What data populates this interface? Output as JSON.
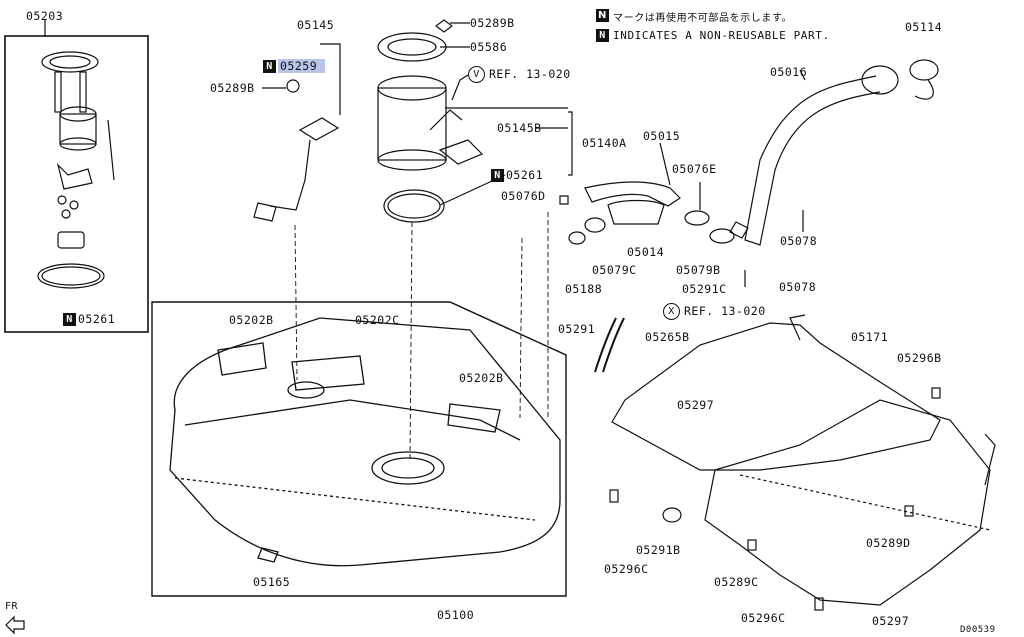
{
  "notes": {
    "jp": "マークは再使用不可部品を示します。",
    "en": "INDICATES A NON-REUSABLE PART.",
    "nonreusable_symbol": "N"
  },
  "refs": {
    "v_letter": "V",
    "v_text": "REF. 13-020",
    "x_letter": "X",
    "x_text": "REF. 13-020"
  },
  "labels": {
    "p05203": "05203",
    "p05145": "05145",
    "p05259": "05259",
    "p05289B_left": "05289B",
    "p05289B_top": "05289B",
    "p05586": "05586",
    "p05114": "05114",
    "p05016": "05016",
    "p05145B": "05145B",
    "p05140A": "05140A",
    "p05015": "05015",
    "p05076E": "05076E",
    "p05261_mid": "05261",
    "p05076D": "05076D",
    "p05078_a": "05078",
    "p05014": "05014",
    "p05079C": "05079C",
    "p05079B": "05079B",
    "p05188": "05188",
    "p05291C": "05291C",
    "p05078_b": "05078",
    "p05261_left": "05261",
    "p05202B_a": "05202B",
    "p05202C": "05202C",
    "p05291": "05291",
    "p05265B": "05265B",
    "p05171": "05171",
    "p05296B": "05296B",
    "p05202B_b": "05202B",
    "p05297_a": "05297",
    "p05291B": "05291B",
    "p05289D": "05289D",
    "p05296C_a": "05296C",
    "p05289C": "05289C",
    "p05165": "05165",
    "p05100": "05100",
    "p05296C_b": "05296C",
    "p05297_b": "05297",
    "fr": "FR",
    "code": "D00539"
  }
}
